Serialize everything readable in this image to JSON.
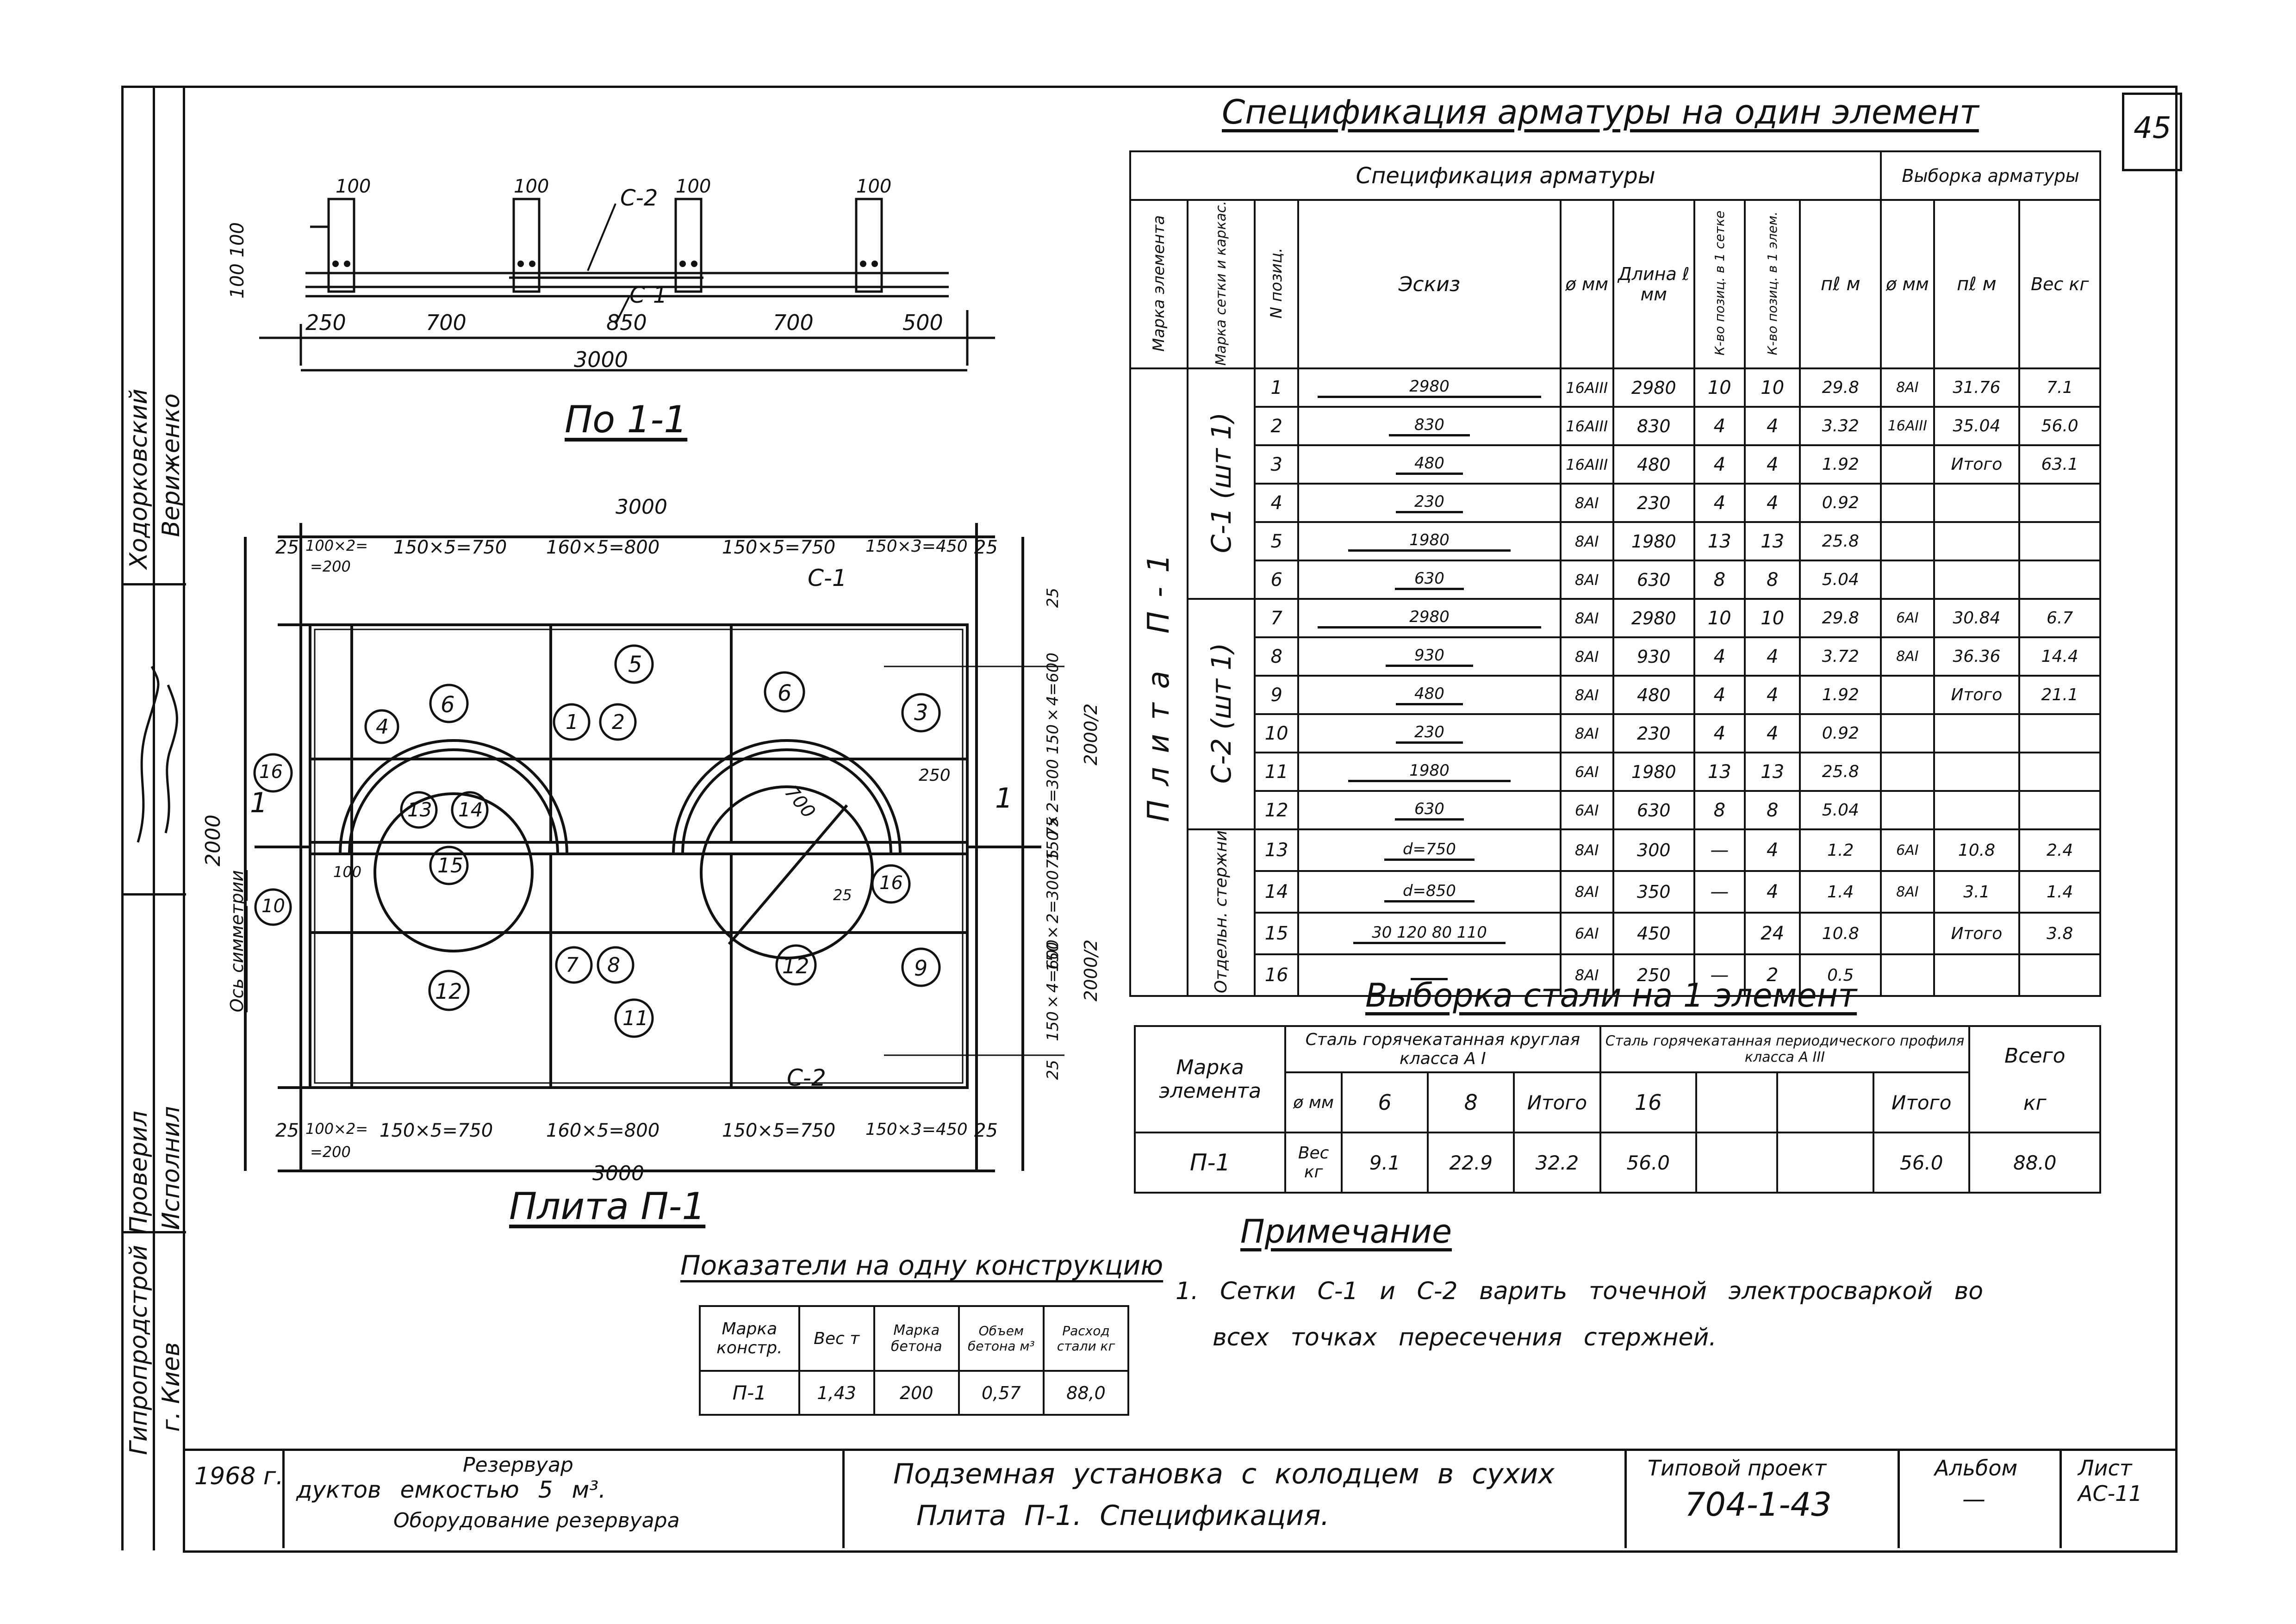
{
  "sheet": {
    "sheet_number": "45",
    "side_stamp": [
      "Ходорковский",
      "Вериженко",
      "Проверил",
      "Исполнил",
      "Гипропродстрой",
      "г. Киев"
    ],
    "year": "1968 г."
  },
  "section": {
    "title": "По 1-1",
    "top_dims": [
      "100",
      "100",
      "100",
      "100"
    ],
    "side_dims": "100 100",
    "bottom_dims": [
      "250",
      "700",
      "850",
      "700",
      "500"
    ],
    "total": "3000",
    "labels": [
      "С-2",
      "С-1"
    ]
  },
  "plan": {
    "title": "Плита П-1",
    "top_total": "3000",
    "top_dims": [
      "25",
      "100×2=",
      "=200",
      "150×5=750",
      "160×5=800",
      "150×5=750",
      "150×3=450",
      "25"
    ],
    "bottom_dims": [
      "25",
      "100×2=",
      "=200",
      "150×5=750",
      "160×5=800",
      "150×5=750",
      "150×3=450",
      "25"
    ],
    "bottom_total": "3000",
    "left_dim": "2000",
    "right_dims": [
      "25",
      "150×4=600",
      "150×2=300",
      "75",
      "75",
      "150×2=300",
      "150×4=600",
      "25",
      "2000/2",
      "2000/2"
    ],
    "axis": "Ось симметрии",
    "mesh_labels": [
      "С-1",
      "С-2"
    ],
    "cut": "1",
    "circle_dim": "700",
    "small_dims": [
      "250",
      "100",
      "25"
    ],
    "markers": [
      "1",
      "2",
      "3",
      "4",
      "5",
      "6",
      "6",
      "7",
      "8",
      "9",
      "10",
      "11",
      "12",
      "12",
      "13",
      "14",
      "15",
      "16",
      "16"
    ]
  },
  "spec": {
    "title": "Спецификация арматуры на один элемент",
    "group_left": "Спецификация арматуры",
    "group_right": "Выборка арматуры",
    "headers": [
      "Марка элемента",
      "Марка сетки и каркас.",
      "N позиц.",
      "Эскиз",
      "ø мм",
      "Длина ℓ мм",
      "К-во позиц. в 1 сетке",
      "К-во позиц. в 1 элем.",
      "пℓ м",
      "ø мм",
      "пℓ м",
      "Вес кг"
    ],
    "element": "Плита П-1",
    "groups": [
      "С-1 (шт 1)",
      "С-2 (шт 1)",
      "Отдельн. стержни"
    ],
    "rows": [
      {
        "n": "1",
        "sketch": "2980",
        "d": "16АIII",
        "len": "2980",
        "k1": "10",
        "k2": "10",
        "pl": "29.8",
        "vd": "8АI",
        "vpl": "31.76",
        "vw": "7.1"
      },
      {
        "n": "2",
        "sketch": "830",
        "d": "16АIII",
        "len": "830",
        "k1": "4",
        "k2": "4",
        "pl": "3.32",
        "vd": "16АIII",
        "vpl": "35.04",
        "vw": "56.0"
      },
      {
        "n": "3",
        "sketch": "480",
        "d": "16АIII",
        "len": "480",
        "k1": "4",
        "k2": "4",
        "pl": "1.92",
        "vd": "",
        "vpl": "Итого",
        "vw": "63.1"
      },
      {
        "n": "4",
        "sketch": "230",
        "d": "8АI",
        "len": "230",
        "k1": "4",
        "k2": "4",
        "pl": "0.92",
        "vd": "",
        "vpl": "",
        "vw": ""
      },
      {
        "n": "5",
        "sketch": "1980",
        "d": "8АI",
        "len": "1980",
        "k1": "13",
        "k2": "13",
        "pl": "25.8",
        "vd": "",
        "vpl": "",
        "vw": ""
      },
      {
        "n": "6",
        "sketch": "630",
        "d": "8АI",
        "len": "630",
        "k1": "8",
        "k2": "8",
        "pl": "5.04",
        "vd": "",
        "vpl": "",
        "vw": ""
      },
      {
        "n": "7",
        "sketch": "2980",
        "d": "8АI",
        "len": "2980",
        "k1": "10",
        "k2": "10",
        "pl": "29.8",
        "vd": "6АI",
        "vpl": "30.84",
        "vw": "6.7"
      },
      {
        "n": "8",
        "sketch": "930",
        "d": "8АI",
        "len": "930",
        "k1": "4",
        "k2": "4",
        "pl": "3.72",
        "vd": "8АI",
        "vpl": "36.36",
        "vw": "14.4"
      },
      {
        "n": "9",
        "sketch": "480",
        "d": "8АI",
        "len": "480",
        "k1": "4",
        "k2": "4",
        "pl": "1.92",
        "vd": "",
        "vpl": "Итого",
        "vw": "21.1"
      },
      {
        "n": "10",
        "sketch": "230",
        "d": "8АI",
        "len": "230",
        "k1": "4",
        "k2": "4",
        "pl": "0.92",
        "vd": "",
        "vpl": "",
        "vw": ""
      },
      {
        "n": "11",
        "sketch": "1980",
        "d": "6АI",
        "len": "1980",
        "k1": "13",
        "k2": "13",
        "pl": "25.8",
        "vd": "",
        "vpl": "",
        "vw": ""
      },
      {
        "n": "12",
        "sketch": "630",
        "d": "6АI",
        "len": "630",
        "k1": "8",
        "k2": "8",
        "pl": "5.04",
        "vd": "",
        "vpl": "",
        "vw": ""
      },
      {
        "n": "13",
        "sketch": "d=750",
        "d": "8АI",
        "len": "300",
        "k1": "—",
        "k2": "4",
        "pl": "1.2",
        "vd": "6АI",
        "vpl": "10.8",
        "vw": "2.4"
      },
      {
        "n": "14",
        "sketch": "d=850",
        "d": "8АI",
        "len": "350",
        "k1": "—",
        "k2": "4",
        "pl": "1.4",
        "vd": "8АI",
        "vpl": "3.1",
        "vw": "1.4"
      },
      {
        "n": "15",
        "sketch": "30 120 80 110",
        "d": "6АI",
        "len": "450",
        "k1": "",
        "k2": "24",
        "pl": "10.8",
        "vd": "",
        "vpl": "Итого",
        "vw": "3.8"
      },
      {
        "n": "16",
        "sketch": "",
        "d": "8АI",
        "len": "250",
        "k1": "—",
        "k2": "2",
        "pl": "0.5",
        "vd": "",
        "vpl": "",
        "vw": ""
      }
    ]
  },
  "steel": {
    "title": "Выборка стали на 1 элемент",
    "h_mark": "Марка элемента",
    "h_round": "Сталь горячекатанная круглая класса А I",
    "h_periodic": "Сталь горячекатанная периодического профиля класса А III",
    "h_total": "Всего",
    "h_unit_total": "кг",
    "h_d": "ø мм",
    "cols": [
      "6",
      "8",
      "Итого",
      "16",
      "",
      "",
      "Итого"
    ],
    "row_label": "П-1",
    "row_unit": "Вес кг",
    "values": [
      "9.1",
      "22.9",
      "32.2",
      "56.0",
      "",
      "",
      "56.0",
      "88.0"
    ]
  },
  "note": {
    "title": "Примечание",
    "text1": "1. Сетки С-1 и С-2 варить точечной электросваркой во",
    "text2": "всех точках пересечения стержней."
  },
  "indicators": {
    "title": "Показатели на одну конструкцию",
    "headers": [
      "Марка констр.",
      "Вес т",
      "Марка бетона",
      "Объем бетона м³",
      "Расход стали кг"
    ],
    "values": [
      "П-1",
      "1,43",
      "200",
      "0,57",
      "88,0"
    ]
  },
  "titleblock": {
    "left_top": "Резервуар",
    "left_line1": "дуктов емкостью 5 м³.",
    "left_line2": "Оборудование резервуара",
    "center_line1": "Подземная установка с колодцем в сухих",
    "center_line2": "Плита П-1. Спецификация.",
    "project_label": "Типовой проект",
    "project_no": "704-1-43",
    "album_label": "Альбом",
    "album_no": "—",
    "sheet_label": "Лист",
    "sheet_no": "АС-11"
  }
}
